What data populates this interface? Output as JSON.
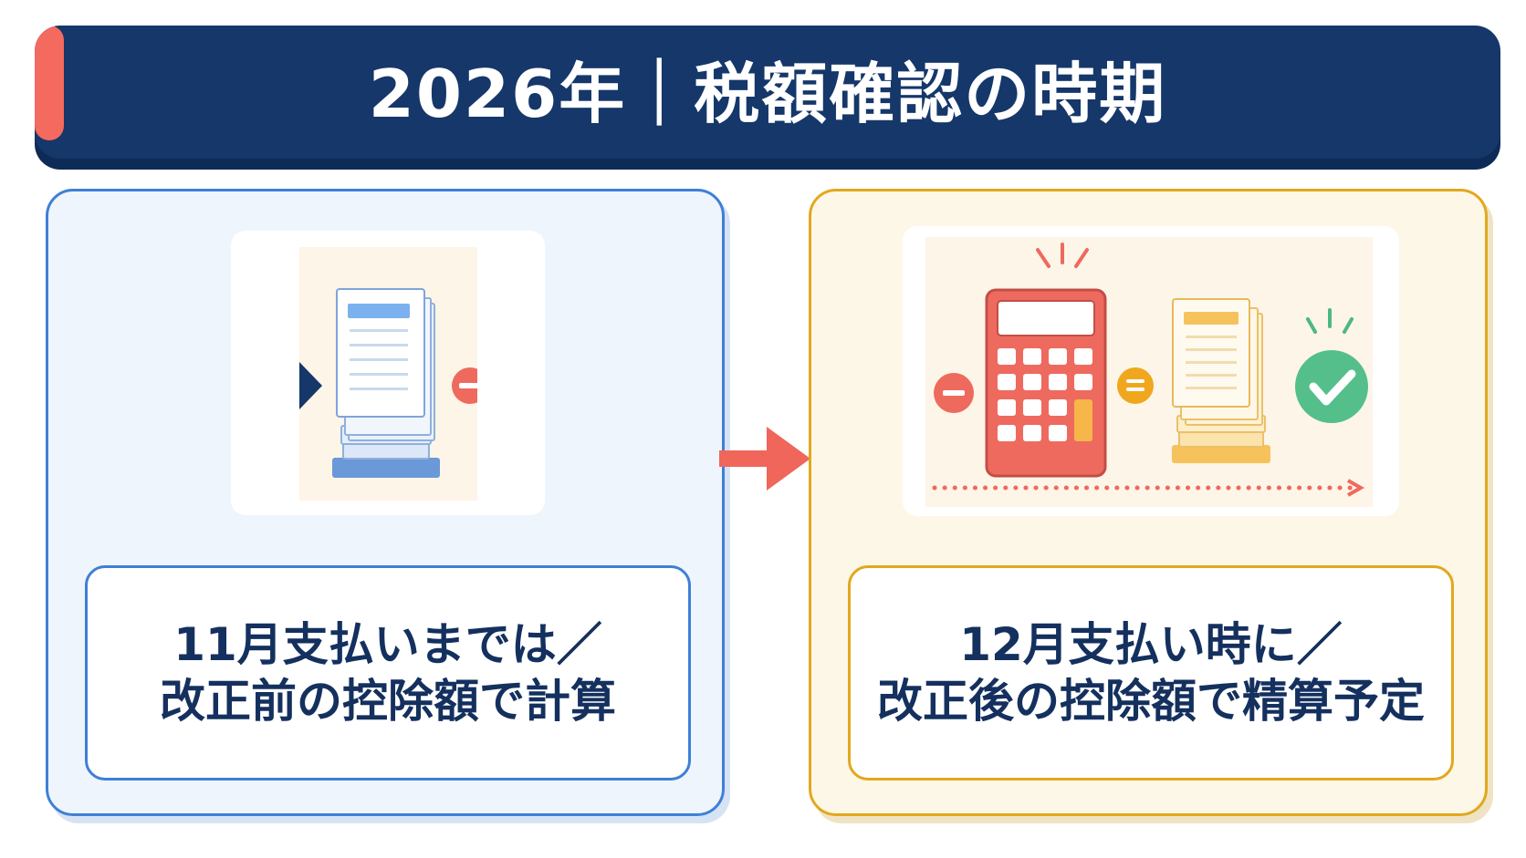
{
  "header": {
    "title": "2026年｜税額確認の時期",
    "accent_color": "#f46a5e",
    "background_color": "#15376a"
  },
  "left_panel": {
    "illustration_icon": "document-stack-icon",
    "caption_lines": [
      "11月支払いまでは／",
      "改正前の控除額で計算"
    ],
    "border_color": "#3f7fd6"
  },
  "right_panel": {
    "illustration_icons": [
      "minus-icon",
      "calculator-icon",
      "equals-icon",
      "document-stack-icon",
      "check-icon"
    ],
    "caption_lines": [
      "12月支払い時に／",
      "改正後の控除額で精算予定"
    ],
    "border_color": "#e2a81d"
  },
  "connector_icon": "arrow-right-icon"
}
